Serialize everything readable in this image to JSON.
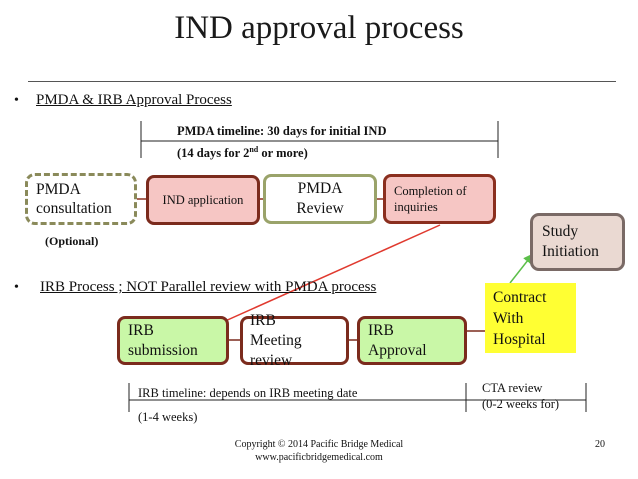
{
  "title": "IND approval process",
  "section1": {
    "bullet": "•",
    "heading": "PMDA & IRB Approval Process"
  },
  "pmda_timeline": {
    "line1": "PMDA timeline: 30 days for initial IND",
    "line2_pre": "(14 days for 2",
    "line2_sup": "nd",
    "line2_post": " or more)"
  },
  "boxes": {
    "pmda_consultation": {
      "line1": "PMDA",
      "line2": "consultation"
    },
    "optional": "(Optional)",
    "ind_application": "IND application",
    "pmda_review": {
      "line1": "PMDA",
      "line2": "Review"
    },
    "completion": {
      "line1": "Completion of",
      "line2": "inquiries"
    },
    "study_initiation": {
      "line1": "Study",
      "line2": "Initiation"
    },
    "irb_submission": {
      "line1": "IRB",
      "line2": "submission"
    },
    "irb_meeting": {
      "line1": "IRB",
      "line2": "Meeting review"
    },
    "irb_approval": {
      "line1": "IRB",
      "line2": "Approval"
    },
    "contract": {
      "line1": "Contract",
      "line2": "With",
      "line3": "Hospital"
    }
  },
  "section2": {
    "bullet": "•",
    "heading": "IRB Process ; NOT Parallel review with PMDA process"
  },
  "irb_timeline": {
    "line1": "IRB timeline: depends on IRB meeting date",
    "line2": "(1-4 weeks)"
  },
  "cta_review": {
    "line1": "CTA review",
    "line2": "(0-2 weeks for)"
  },
  "footer": {
    "copyright": "Copyright © 2014 Pacific Bridge Medical",
    "url": "www.pacificbridgemedical.com",
    "page": "20"
  },
  "colors": {
    "pink_fill": "#f6c6c4",
    "green_fill": "#c9f7a7",
    "yellow_fill": "#ffff33",
    "dark_red_border": "#7b2b1d",
    "arrow_red": "#e03a2f",
    "arrow_green": "#5cbf4a"
  }
}
